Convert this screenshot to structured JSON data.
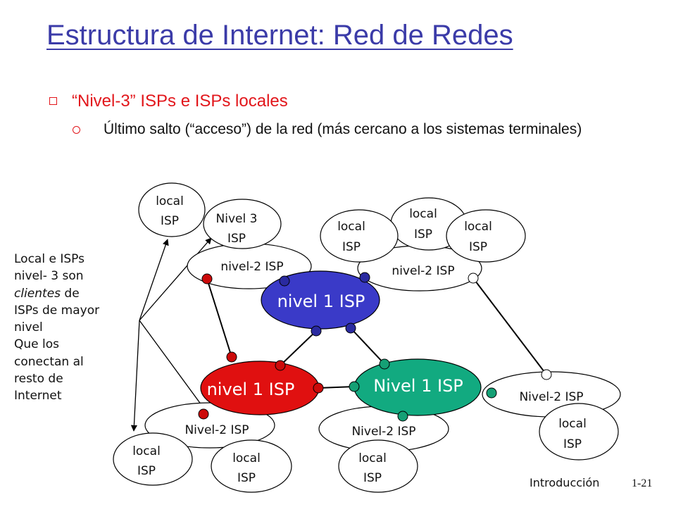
{
  "title": "Estructura de Internet: Red de Redes",
  "bullet1": "“Nivel-3” ISPs e ISPs locales",
  "bullet2": "Último salto (“acceso”) de la red (más cercano a los sistemas terminales)",
  "side_note": {
    "lines": [
      "Local e ISPs",
      "nivel- 3 son",
      "clientes de",
      "ISPs de mayor",
      "nivel",
      "Que los",
      "conectan al",
      "resto de",
      "Internet"
    ],
    "italic_word": "clientes"
  },
  "diagram": {
    "local_isp_line1": "local",
    "local_isp_line2": "ISP",
    "tier3_line1": "Nivel 3",
    "tier3_line2": "ISP",
    "tier2_lower": "nivel-2 ISP",
    "tier2_upper": "Nivel-2 ISP",
    "tier1_lower": "nivel 1 ISP",
    "tier1_upper": "Nivel 1 ISP",
    "colors": {
      "blue_isp": "#3a3ac8",
      "red_isp": "#e01010",
      "green_isp": "#12aa80",
      "blue_router": "#2a2aa0",
      "red_router": "#cc0a0a",
      "green_router": "#15a075",
      "white_router": "#ffffff"
    }
  },
  "footer": {
    "section": "Introducción",
    "page": "1-21"
  }
}
